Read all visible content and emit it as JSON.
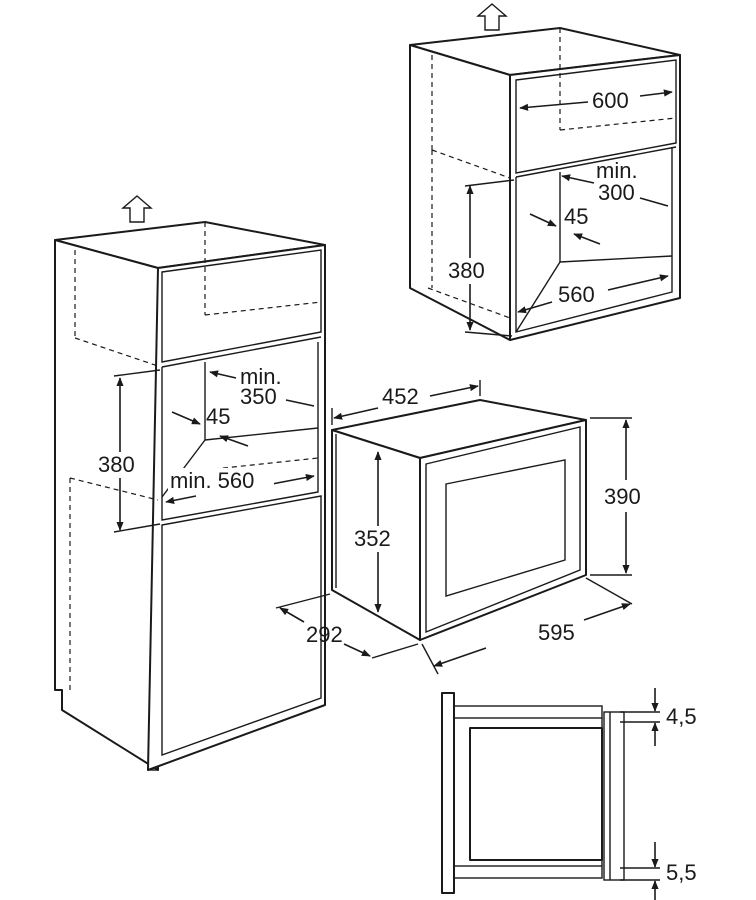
{
  "colors": {
    "line": "#1a1a1a",
    "background": "#ffffff"
  },
  "icons": {
    "up_arrow": "up-arrow-icon"
  },
  "wall_cabinet": {
    "width": "600",
    "min_label": "min.",
    "depth": "300",
    "gap": "45",
    "height": "380",
    "niche_width": "560"
  },
  "tall_cabinet": {
    "min_depth_label": "min.",
    "depth": "350",
    "gap": "45",
    "height": "380",
    "width_label": "min. 560"
  },
  "appliance": {
    "top_depth": "452",
    "body_height": "352",
    "front_height": "390",
    "depth": "292",
    "front_width": "595"
  },
  "side_detail": {
    "top_gap": "4,5",
    "bottom_gap": "5,5"
  }
}
